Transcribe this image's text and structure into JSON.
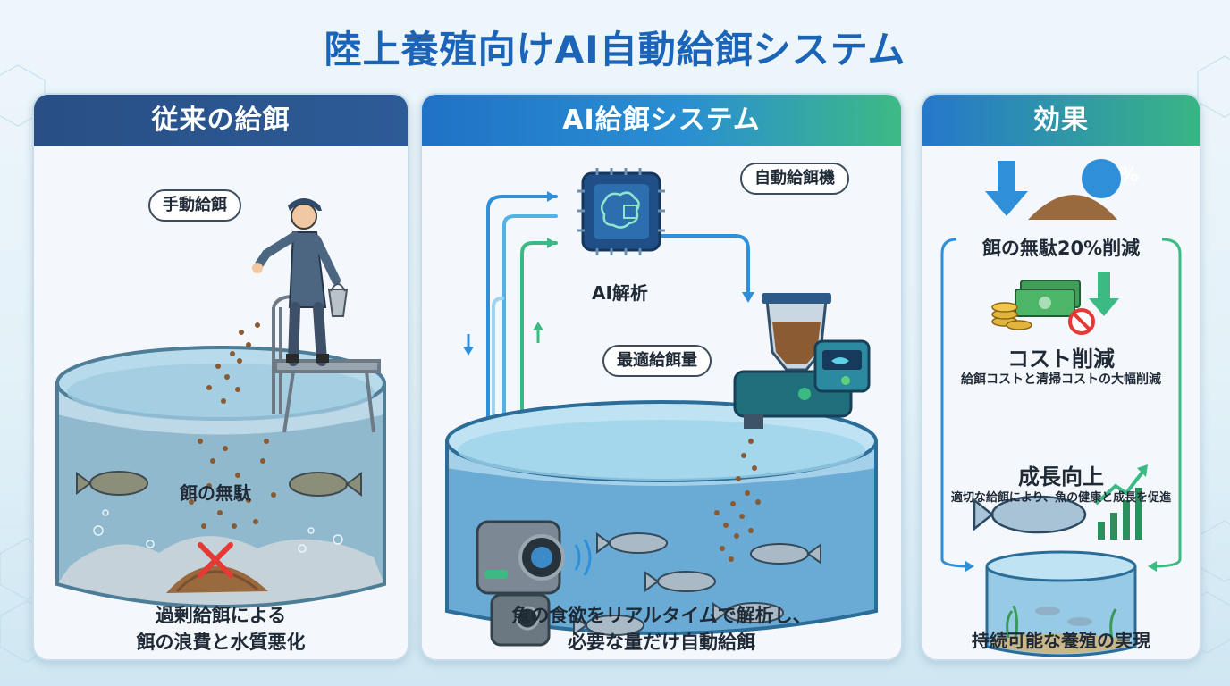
{
  "title": "陸上養殖向けAI自動給餌システム",
  "panels": {
    "traditional": {
      "header": "従来の給餌",
      "manual_feeding_label": "手動給餌",
      "waste_label": "餌の無駄",
      "caption_line1": "過剰給餌による",
      "caption_line2": "餌の浪費と水質悪化"
    },
    "ai": {
      "header": "AI給餌システム",
      "ai_analysis_label": "AI解析",
      "feeder_label": "自動給餌機",
      "optimal_label": "最適給餌量",
      "caption_line1": "魚の食欲をリアルタイムで解析し、",
      "caption_line2": "必要な量だけ自動給餌"
    },
    "effects": {
      "header": "効果",
      "percent_badge": "%",
      "feed_waste": "餌の無駄20%削減",
      "cost_title": "コスト削減",
      "cost_desc": "給餌コストと清掃コストの大幅削減",
      "growth_title": "成長向上",
      "growth_desc": "適切な給餌により、魚の健康と成長を促進",
      "sustain": "持続可能な養殖の実現"
    }
  },
  "colors": {
    "title_blue": "#1b64b8",
    "traditional_header": "#294f85",
    "ai_header_start": "#1f72c6",
    "ai_header_end": "#3cba84",
    "accent_green": "#3cba84",
    "waste_red": "#e53935"
  }
}
